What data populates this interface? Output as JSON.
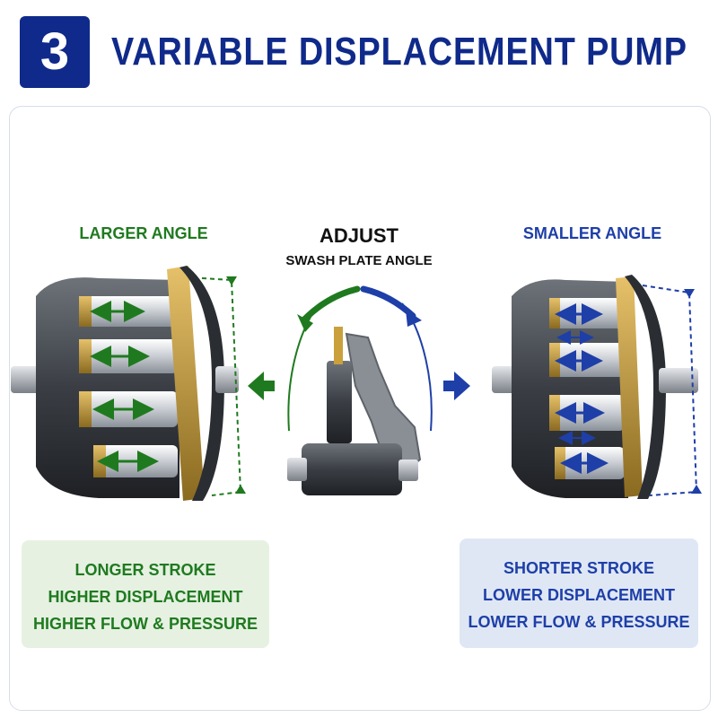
{
  "header": {
    "step_number": "3",
    "title": "VARIABLE DISPLACEMENT PUMP"
  },
  "left_side": {
    "label": "LARGER ANGLE",
    "lines": [
      "LONGER STROKE",
      "HIGHER DISPLACEMENT",
      "HIGHER FLOW & PRESSURE"
    ],
    "color": "#1f7a1f"
  },
  "center": {
    "label": "ADJUST",
    "sublabel": "SWASH PLATE ANGLE"
  },
  "right_side": {
    "label": "SMALLER ANGLE",
    "lines": [
      "SHORTER STROKE",
      "LOWER DISPLACEMENT",
      "LOWER FLOW & PRESSURE"
    ],
    "color": "#1e3fa8"
  },
  "colors": {
    "brand_navy": "#0f2a8a",
    "green": "#1f7a1f",
    "blue": "#1e3fa8",
    "brass": "#c9a03c"
  }
}
